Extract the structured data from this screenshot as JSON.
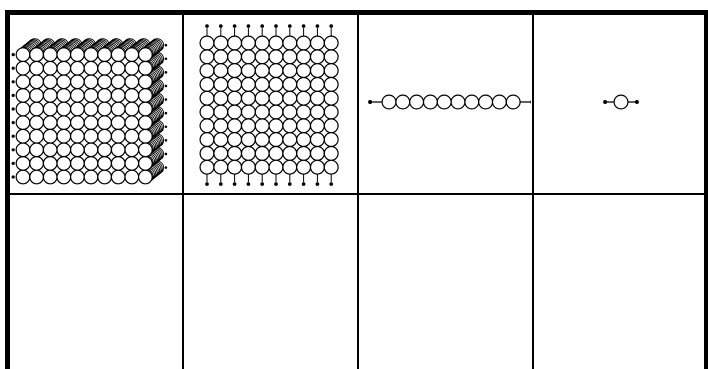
{
  "grid": {
    "rows": 2,
    "columns": 4,
    "border_color": "#000000",
    "background_color": "#ffffff"
  },
  "bead_color": "#000000",
  "pieces": [
    {
      "name": "thousand-cube",
      "beads_per_side": 10,
      "row": 1,
      "column": 1
    },
    {
      "name": "hundred-square",
      "beads_per_side": 10,
      "row": 1,
      "column": 2
    },
    {
      "name": "ten-bar",
      "beads": 10,
      "row": 1,
      "column": 3
    },
    {
      "name": "unit-bead",
      "beads": 1,
      "row": 1,
      "column": 4
    }
  ],
  "empty_cells": [
    {
      "row": 2,
      "column": 1
    },
    {
      "row": 2,
      "column": 2
    },
    {
      "row": 2,
      "column": 3
    },
    {
      "row": 2,
      "column": 4
    }
  ]
}
